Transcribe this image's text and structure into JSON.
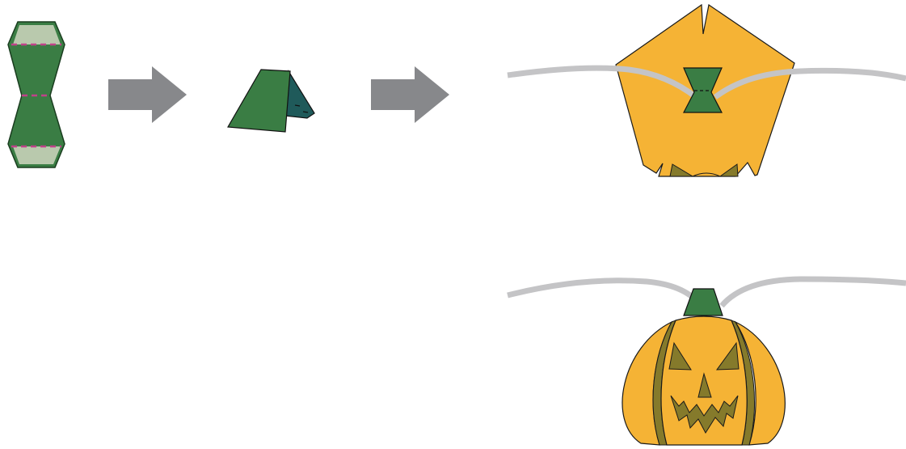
{
  "diagram": {
    "steps": [
      {
        "name": "stem-template"
      },
      {
        "name": "folded-stem"
      },
      {
        "name": "stem-attached-to-pentagon"
      },
      {
        "name": "finished-pumpkin"
      }
    ],
    "arrows": 2,
    "colors": {
      "stem_green": "#3a7d44",
      "stem_dark": "#1f5a5a",
      "template_tab": "#b9c9ad",
      "fold_line": "#c0428a",
      "arrow_gray": "#87888b",
      "pumpkin_orange": "#f5b335",
      "face_olive": "#857a2b",
      "wire_gray": "#c4c4c6",
      "outline": "#1a1a1a"
    }
  }
}
